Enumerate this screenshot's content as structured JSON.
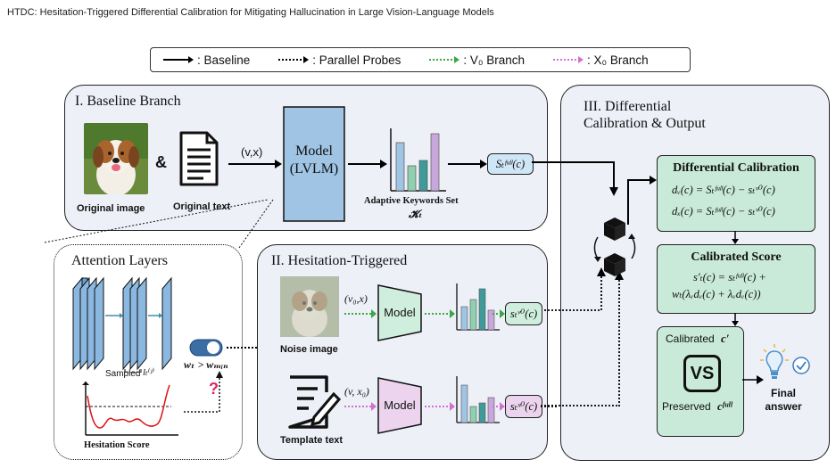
{
  "header": {
    "title": "HTDC: Hesitation-Triggered Differential Calibration for Mitigating Hallucination in Large Vision-Language Models"
  },
  "legend": {
    "baseline": ": Baseline",
    "parallel": ": Parallel Probes",
    "v0": ": V₀ Branch",
    "x0": ": X₀ Branch"
  },
  "baseline": {
    "title": "I. Baseline Branch",
    "original_image": "Original image",
    "amp": "&",
    "original_text": "Original text",
    "vx": "(v,x)",
    "model_line1": "Model",
    "model_line2": "(LVLM)",
    "keywords": "Adaptive Keywords Set",
    "keywords_sym": "𝓚ₜ",
    "score": "Sₜᶠᵘˡˡ(c)"
  },
  "attention": {
    "title": "Attention Layers",
    "sampled": "Sampled",
    "layer_sym": "lₜ⁽ʲ⁾",
    "condition": "wₜ > wₘᵢₙ",
    "hesitation": "Hesitation Score",
    "question": "?"
  },
  "hesitation": {
    "title": "II. Hesitation-Triggered",
    "noise_image": "Noise image",
    "v0x": "(v₀,x)",
    "model": "Model",
    "sv0": "sₜᵛ⁰(c)",
    "template_text": "Template text",
    "vx0": "(v, x₀)",
    "model2": "Model",
    "sx0": "sₜˣ⁰(c)"
  },
  "differential": {
    "title_line1": "III. Differential",
    "title_line2": "Calibration & Output",
    "calib_title": "Differential Calibration",
    "eq1": "dᵥ(c) = Sₜᶠᵘˡˡ(c) − sₜᵛ⁰(c)",
    "eq2": "dₓ(c) = Sₜᶠᵘˡˡ(c) − sₜᵛ⁰(c)",
    "score_title": "Calibrated Score",
    "eq3": "s′ₜ(c) = sₜᶠᵘˡˡ(c) +",
    "eq4": "wₜ(λᵥdᵥ(c) + λᵥdᵥ(c))",
    "calibrated": "Calibrated",
    "calibrated_sym": "c′",
    "vs": "VS",
    "preserved": "Preserved",
    "preserved_sym": "cᶠᵘˡˡ",
    "final1": "Final",
    "final2": "answer"
  },
  "colors": {
    "panel": "#eef0f8",
    "model_blue": "#9fc4e4",
    "model_green": "#cfeedd",
    "model_pink": "#ecd4ee",
    "calib_green": "#c9ead8",
    "green_arrow": "#39a845",
    "pink_arrow": "#d46fd0",
    "alert_red": "#e0245e"
  }
}
